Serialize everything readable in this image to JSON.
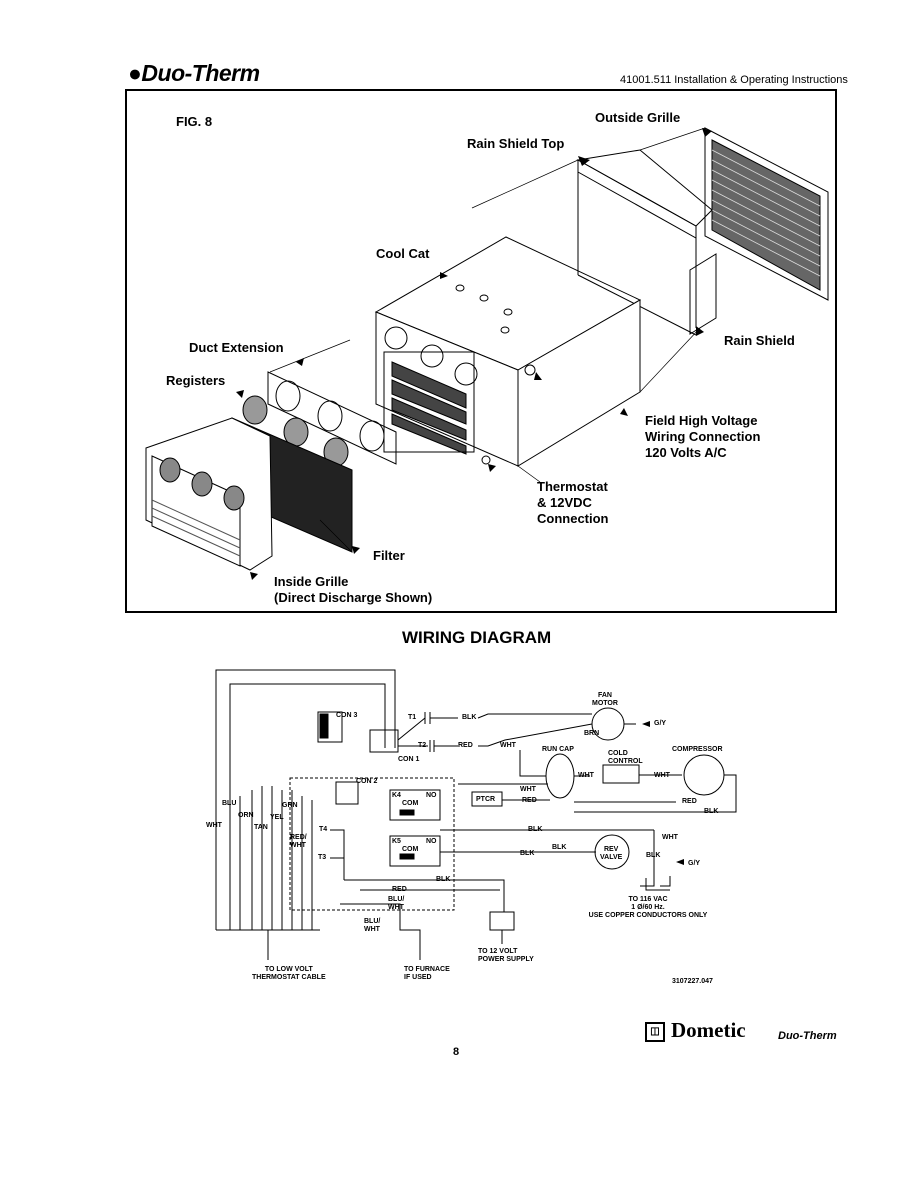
{
  "header": {
    "brand": "Duo-Therm",
    "doc_title": "41001.511 Installation & Operating Instructions"
  },
  "figure": {
    "label": "FIG. 8",
    "callouts": {
      "outside_grille": "Outside Grille",
      "rain_shield_top": "Rain Shield Top",
      "cool_cat": "Cool Cat",
      "rain_shield": "Rain Shield",
      "duct_extension": "Duct Extension",
      "registers": "Registers",
      "field_high_voltage": [
        "Field High Voltage",
        "Wiring Connection",
        "120 Volts A/C"
      ],
      "thermostat": [
        "Thermostat",
        "& 12VDC",
        "Connection"
      ],
      "filter": "Filter",
      "inside_grille": [
        "Inside Grille",
        "(Direct Discharge Shown)"
      ]
    }
  },
  "wiring": {
    "title": "WIRING DIAGRAM",
    "labels": {
      "fan_motor": [
        "FAN",
        "MOTOR"
      ],
      "con3": "CON 3",
      "con1": "CON 1",
      "con2": "CON 2",
      "t1": "T1",
      "t2": "T2",
      "t3": "T3",
      "t4": "T4",
      "blk": "BLK",
      "red": "RED",
      "wht": "WHT",
      "brn": "BRN",
      "gy": "G/Y",
      "run_cap": "RUN CAP",
      "cold_control": [
        "COLD",
        "CONTROL"
      ],
      "compressor": "COMPRESSOR",
      "k4": "K4",
      "k5": "K5",
      "no": "NO",
      "com": "COM",
      "ptcr": "PTCR",
      "rev_valve": [
        "REV",
        "VALVE"
      ],
      "blu": "BLU",
      "orn": "ORN",
      "yel": "YEL",
      "grn": "GRN",
      "tan": "TAN",
      "red_wht": [
        "RED/",
        "WHT"
      ],
      "blu_wht": [
        "BLU/",
        "WHT"
      ],
      "power_116": [
        "TO 116 VAC",
        "1 Ø/60 Hz.",
        "USE COPPER CONDUCTORS ONLY"
      ],
      "power_12": [
        "TO 12 VOLT",
        "POWER SUPPLY"
      ],
      "low_volt": [
        "TO LOW VOLT",
        "THERMOSTAT CABLE"
      ],
      "furnace": [
        "TO FURNACE",
        "IF USED"
      ],
      "part_no": "3107227.047"
    }
  },
  "footer": {
    "page": "8",
    "dometic": "Dometic",
    "brand_small": "Duo-Therm"
  }
}
